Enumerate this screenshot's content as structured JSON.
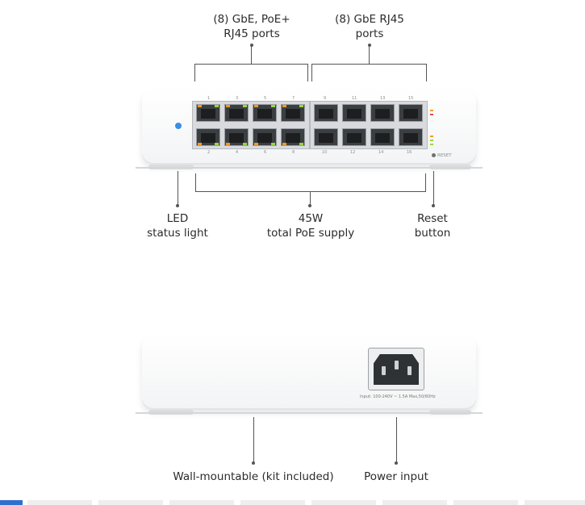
{
  "callouts": {
    "poe_ports": [
      "(8) GbE, PoE+",
      "RJ45 ports"
    ],
    "gbe_ports": [
      "(8) GbE RJ45",
      "ports"
    ],
    "led": [
      "LED",
      "status light"
    ],
    "poe_supply": [
      "45W",
      "total PoE supply"
    ],
    "reset": [
      "Reset",
      "button"
    ],
    "wall_mount": "Wall-mountable (kit included)",
    "power_input": "Power input"
  },
  "front_panel": {
    "top_port_labels": [
      "1",
      "3",
      "5",
      "7",
      "9",
      "11",
      "13",
      "15"
    ],
    "bottom_port_labels": [
      "2",
      "4",
      "6",
      "8",
      "10",
      "12",
      "14",
      "16"
    ],
    "reset_text": "RESET"
  },
  "rear_panel": {
    "input_rating": "Input: 100-240V ~ 1.5A Max,50/60Hz"
  },
  "colors": {
    "status_led": "#3a8ee6",
    "poe_led": "#f09a2a",
    "link_led": "#9ad63c"
  }
}
